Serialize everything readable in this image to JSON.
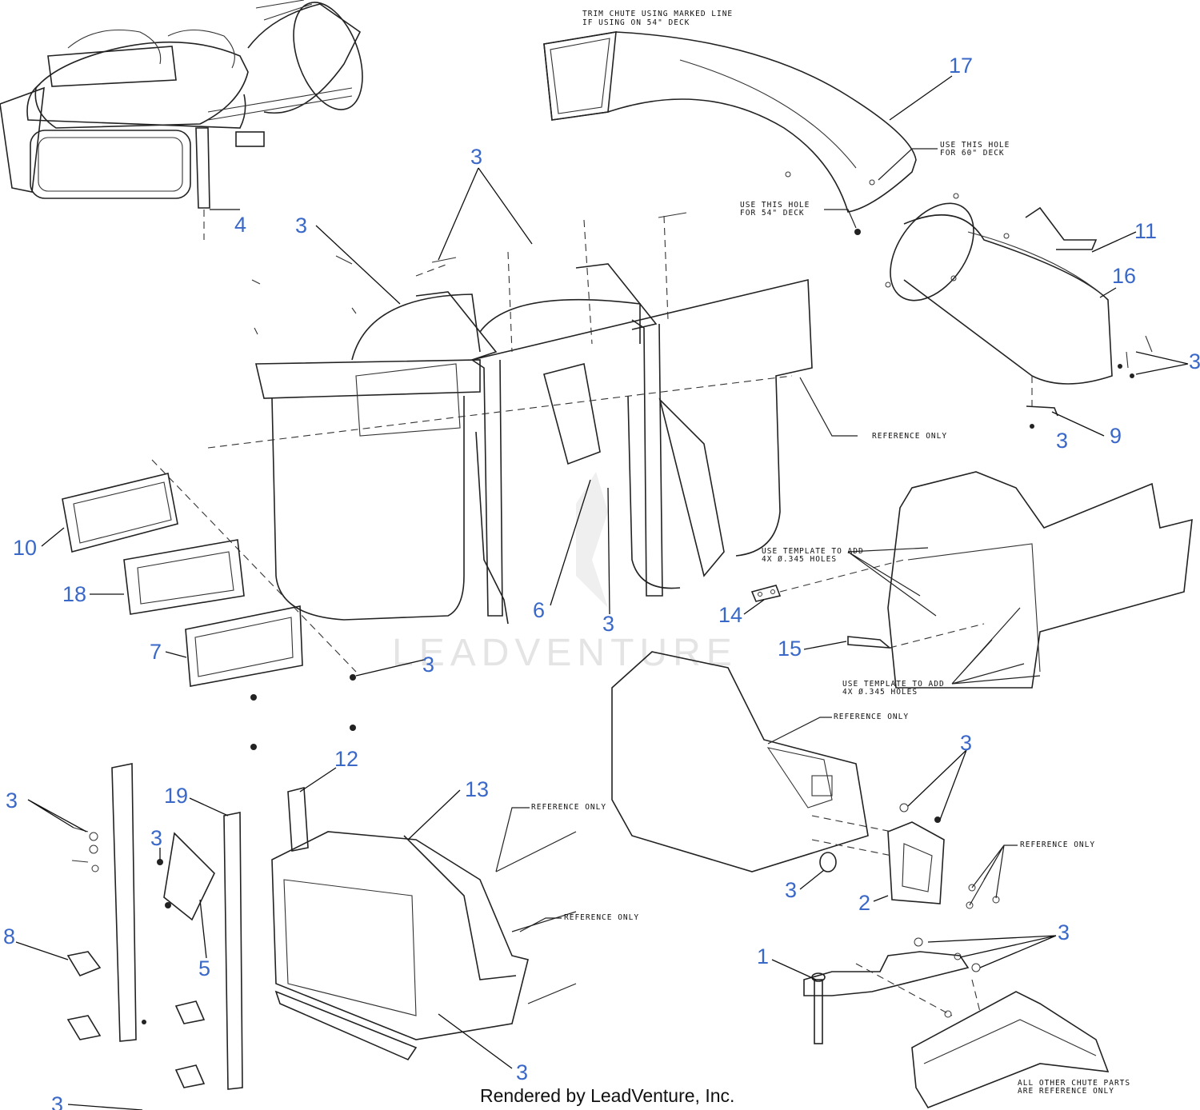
{
  "callouts": {
    "c1": "1",
    "c2": "2",
    "c3": "3",
    "c4": "4",
    "c5": "5",
    "c6": "6",
    "c7": "7",
    "c8": "8",
    "c9": "9",
    "c10": "10",
    "c11": "11",
    "c12": "12",
    "c13": "13",
    "c14": "14",
    "c15": "15",
    "c16": "16",
    "c17": "17",
    "c18": "18",
    "c19": "19"
  },
  "notes": {
    "trim_chute_1": "TRIM CHUTE USING MARKED LINE",
    "trim_chute_2": "IF USING ON 54\" DECK",
    "hole60_1": "USE THIS HOLE",
    "hole60_2": "FOR 60\" DECK",
    "hole54_1": "USE THIS HOLE",
    "hole54_2": "FOR 54\" DECK",
    "reference_only": "REFERENCE ONLY",
    "template_1": "USE TEMPLATE TO ADD",
    "template_2": "4X Ø.345 HOLES",
    "other_parts_1": "ALL OTHER CHUTE PARTS",
    "other_parts_2": "ARE REFERENCE ONLY"
  },
  "watermark": "LEADVENTURE",
  "footer": "Rendered by LeadVenture, Inc.",
  "colors": {
    "callout": "#3a68c8",
    "line": "#222222",
    "background": "#ffffff"
  }
}
